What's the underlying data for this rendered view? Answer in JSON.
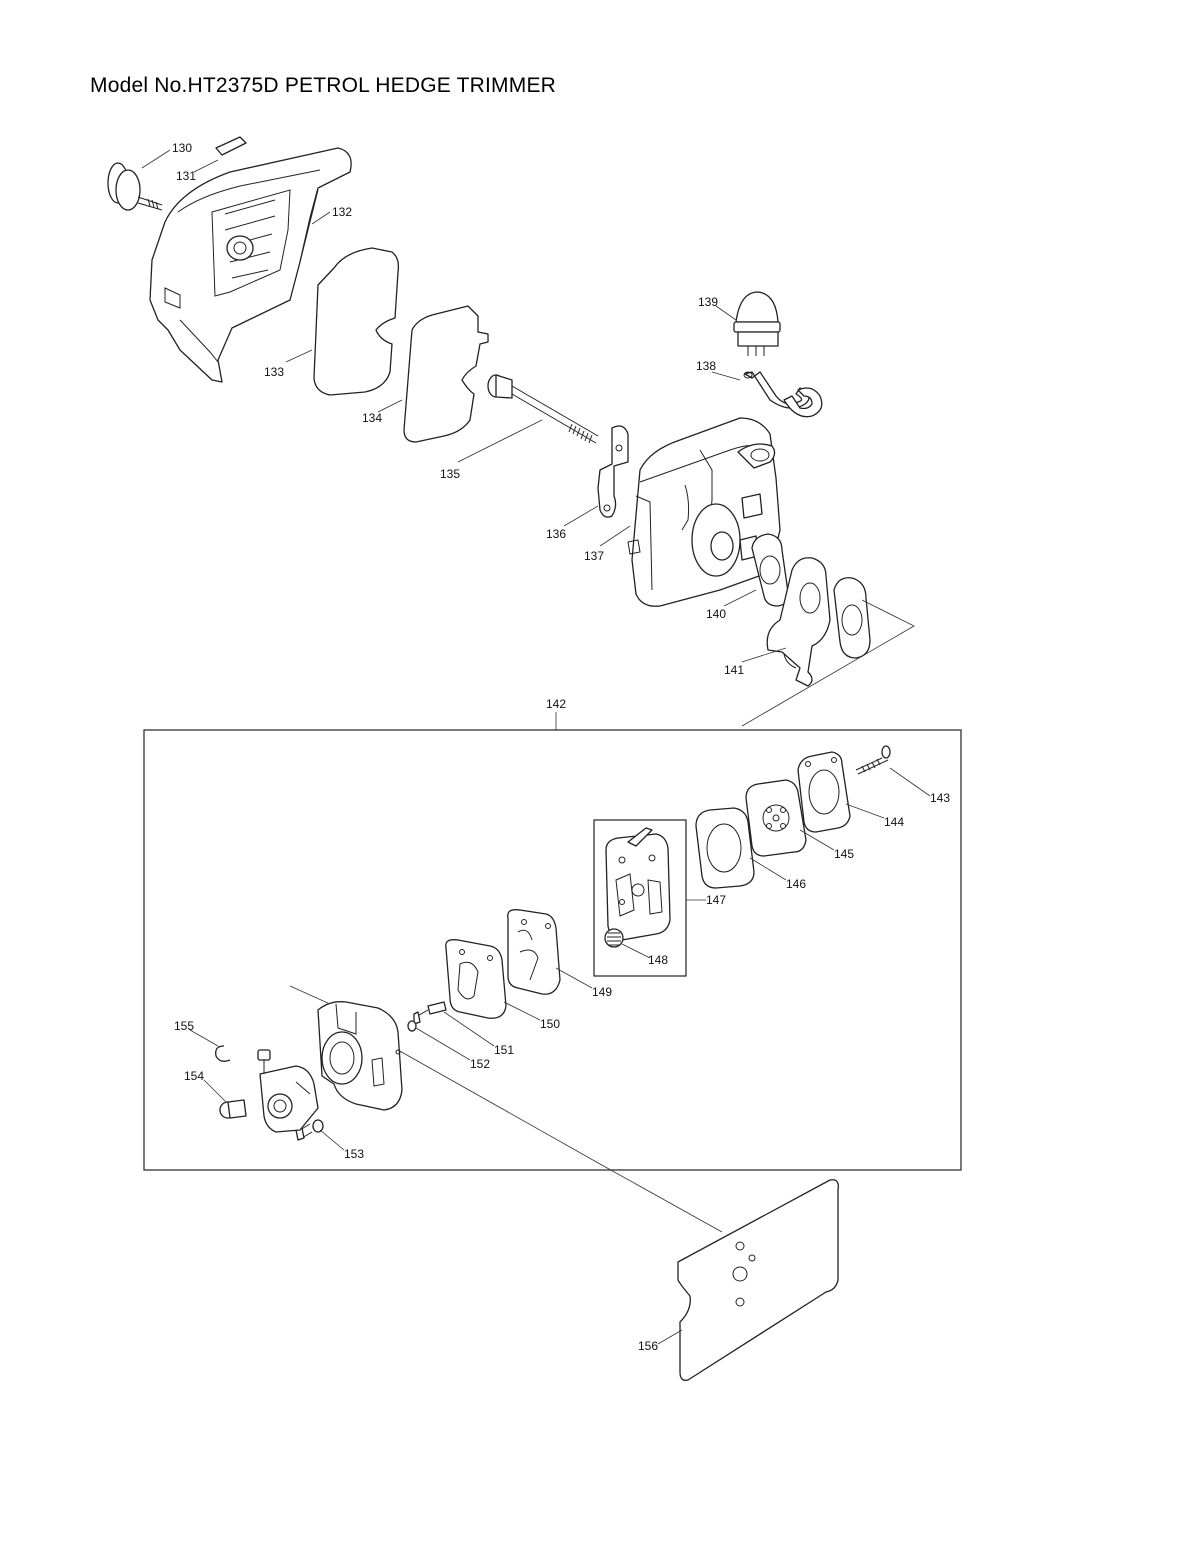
{
  "title": "Model No.HT2375D PETROL HEDGE TRIMMER",
  "callouts": {
    "p130": "130",
    "p131": "131",
    "p132": "132",
    "p133": "133",
    "p134": "134",
    "p135": "135",
    "p136": "136",
    "p137": "137",
    "p138": "138",
    "p139": "139",
    "p140": "140",
    "p141": "141",
    "p142": "142",
    "p143": "143",
    "p144": "144",
    "p145": "145",
    "p146": "146",
    "p147": "147",
    "p148": "148",
    "p149": "149",
    "p150": "150",
    "p151": "151",
    "p152": "152",
    "p153": "153",
    "p154": "154",
    "p155": "155",
    "p156": "156"
  }
}
